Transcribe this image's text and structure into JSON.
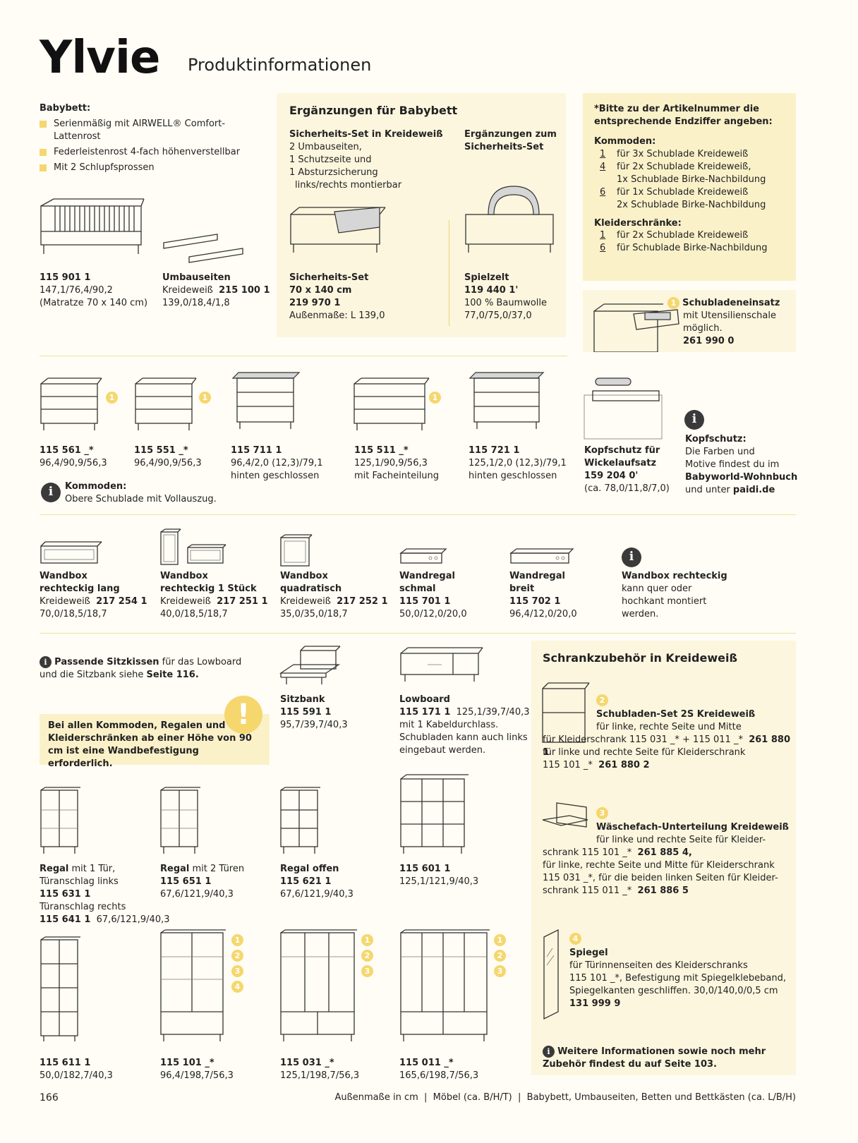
{
  "header": {
    "title": "Ylvie",
    "subtitle": "Produktinformationen"
  },
  "babybett": {
    "heading": "Babybett:",
    "bullets": [
      "Serienmäßig mit AIRWELL® Comfort-Lattenrost",
      "Federleistenrost 4-fach höhenverstellbar",
      "Mit 2 Schlupfsprossen"
    ],
    "bed": {
      "code": "115 901 1",
      "dims": "147,1/76,4/90,2",
      "note": "(Matratze 70 x 140 cm)"
    },
    "umbauseiten": {
      "name": "Umbauseiten",
      "color": "Kreideweiß",
      "code": "215 100 1",
      "dims": "139,0/18,4/1,8"
    }
  },
  "ergaenzungen": {
    "title": "Ergänzungen für Babybett",
    "left_heading": "Sicherheits-Set in Kreideweiß",
    "left_lines": [
      "2 Umbauseiten,",
      "1 Schutzseite und",
      "1 Absturzsicherung",
      "links/rechts montierbar"
    ],
    "right_heading": "Ergänzungen zum Sicherheits-Set",
    "set": {
      "name": "Sicherheits-Set",
      "size": "70 x 140 cm",
      "code": "219 970 1",
      "dims": "Außenmaße: L 139,0"
    },
    "zelt": {
      "name": "Spielzelt",
      "code": "119 440 1'",
      "material": "100 % Baumwolle",
      "dims": "77,0/75,0/37,0"
    }
  },
  "endziffer": {
    "title": "*Bitte zu der Artikelnummer die entsprechende Endziffer angeben:",
    "kommoden_heading": "Kommoden:",
    "kommoden": [
      {
        "n": "1",
        "t": "für 3x Schublade Kreideweiß",
        "t2": ""
      },
      {
        "n": "4",
        "t": "für 2x Schublade Kreideweiß,",
        "t2": "1x Schublade Birke-Nachbildung"
      },
      {
        "n": "6",
        "t": "für 1x Schublade Kreideweiß",
        "t2": "2x Schublade Birke-Nachbildung"
      }
    ],
    "schraenke_heading": "Kleiderschränke:",
    "schraenke": [
      {
        "n": "1",
        "t": "für 2x Schublade Kreideweiß"
      },
      {
        "n": "6",
        "t": "für Schublade Birke-Nachbildung"
      }
    ]
  },
  "schubladeneinsatz": {
    "badge": "1",
    "name": "Schubladeneinsatz",
    "lines": [
      "mit Utensilienschale",
      "möglich."
    ],
    "code": "261 990 0"
  },
  "kommoden": {
    "items": [
      {
        "code": "115 561 _*",
        "l1": "96,4/90,9/56,3",
        "l2": ""
      },
      {
        "code": "115 551 _*",
        "l1": "96,4/90,9/56,3",
        "l2": ""
      },
      {
        "code": "115 711 1",
        "l1": "96,4/2,0 (12,3)/79,1",
        "l2": "hinten geschlossen"
      },
      {
        "code": "115 511 _*",
        "l1": "125,1/90,9/56,3",
        "l2": "mit Facheinteilung"
      },
      {
        "code": "115 721 1",
        "l1": "125,1/2,0 (12,3)/79,1",
        "l2": "hinten geschlossen"
      }
    ],
    "badge": "1",
    "info_heading": "Kommoden:",
    "info_text": "Obere Schublade mit Vollauszug.",
    "kopfschutz": {
      "name": "Kopfschutz für Wickelaufsatz",
      "code": "159 204 0'",
      "dims": "(ca. 78,0/11,8/7,0)"
    },
    "kopfschutz_info": {
      "heading": "Kopfschutz:",
      "l1": "Die Farben und",
      "l2": "Motive findest du im",
      "l3": "Babyworld-Wohnbuch",
      "l4a": "und unter ",
      "l4b": "paidi.de"
    }
  },
  "wandbox": {
    "items": [
      {
        "n1": "Wandbox",
        "n2": "rechteckig lang",
        "color": "Kreideweiß",
        "code": "217 254 1",
        "dims": "70,0/18,5/18,7"
      },
      {
        "n1": "Wandbox",
        "n2": "rechteckig 1 Stück",
        "color": "Kreideweiß",
        "code": "217 251 1",
        "dims": "40,0/18,5/18,7"
      },
      {
        "n1": "Wandbox",
        "n2": "quadratisch",
        "color": "Kreideweiß",
        "code": "217 252 1",
        "dims": "35,0/35,0/18,7"
      },
      {
        "n1": "Wandregal",
        "n2": "schmal",
        "color": "",
        "code": "115 701 1",
        "dims": "50,0/12,0/20,0"
      },
      {
        "n1": "Wandregal",
        "n2": "breit",
        "color": "",
        "code": "115 702 1",
        "dims": "96,4/12,0/20,0"
      }
    ],
    "info": {
      "heading": "Wandbox rechteckig",
      "l1": "kann quer oder",
      "l2": "hochkant montiert",
      "l3": "werden."
    }
  },
  "sitz": {
    "info_b": "Passende Sitzkissen",
    "info_t": " für das Lowboard",
    "info_t2": "und die Sitzbank siehe ",
    "info_b2": "Seite 116.",
    "warn": "Bei allen Kommoden, Regalen und Kleiderschränken ab einer Höhe von 90 cm ist eine Wandbefestigung erforderlich.",
    "sitzbank": {
      "name": "Sitzbank",
      "code": "115 591 1",
      "dims": "95,7/39,7/40,3"
    },
    "lowboard": {
      "name": "Lowboard",
      "code": "115 171 1",
      "dims": "125,1/39,7/40,3",
      "l1": "mit 1 Kabeldurchlass.",
      "l2": "Schubladen kann auch links",
      "l3": "eingebaut werden."
    }
  },
  "regale": {
    "r1": {
      "name": "Regal",
      "tail": " mit 1 Tür,",
      "l2": "Türanschlag links",
      "code1": "115 631 1",
      "l4": "Türanschlag rechts",
      "code2": "115 641 1",
      "dims": "67,6/121,9/40,3"
    },
    "r2": {
      "name": "Regal",
      "tail": " mit 2 Türen",
      "code": "115 651 1",
      "dims": "67,6/121,9/40,3"
    },
    "r3": {
      "name": "Regal offen",
      "code": "115 621 1",
      "dims": "67,6/121,9/40,3"
    },
    "r4": {
      "code": "115 601 1",
      "dims": "125,1/121,9/40,3"
    }
  },
  "schraenke": [
    {
      "code": "115 611 1",
      "dims": "50,0/182,7/40,3",
      "badges": []
    },
    {
      "code": "115 101 _*",
      "dims": "96,4/198,7/56,3",
      "badges": [
        "1",
        "2",
        "3",
        "4"
      ]
    },
    {
      "code": "115 031 _*",
      "dims": "125,1/198,7/56,3",
      "badges": [
        "1",
        "2",
        "3"
      ]
    },
    {
      "code": "115 011 _*",
      "dims": "165,6/198,7/56,3",
      "badges": [
        "1",
        "2",
        "3"
      ]
    }
  ],
  "zubehoer": {
    "title": "Schrankzubehör in Kreideweiß",
    "a": {
      "badge": "2",
      "name": "Schubladen-Set 2S Kreideweiß",
      "l1": "für linke, rechte Seite und Mitte",
      "l2": "für Kleiderschrank 115 031 _* + 115 011 _*",
      "c2": "261 880 1",
      "l3": "für linke und rechte Seite für Kleiderschrank",
      "l4": "115 101 _*",
      "c4": "261 880 2"
    },
    "b": {
      "badge": "3",
      "name": "Wäschefach-Unterteilung Kreideweiß",
      "l1": "für linke und rechte Seite für Kleider-",
      "l2": "schrank 115 101 _*",
      "c2": "261 885 4,",
      "l3": "für linke, rechte Seite und Mitte für Kleiderschrank",
      "l4": "115 031 _*, für die beiden linken Seiten für Kleider-",
      "l5": "schrank 115 011 _*",
      "c5": "261 886 5"
    },
    "c": {
      "badge": "4",
      "name": "Spiegel",
      "l1": "für Türinnenseiten des Kleiderschranks",
      "l2": "115 101 _*, Befestigung mit Spiegelklebeband,",
      "l3": "Spiegelkanten geschliffen. 30,0/140,0/0,5 cm",
      "code": "131 999 9"
    },
    "more": "Weitere Informationen sowie noch mehr Zubehör findest du auf Seite 103."
  },
  "footer": {
    "page": "166",
    "text": "Außenmaße in cm  |  Möbel (ca. B/H/T)  |  Babybett, Umbauseiten, Betten und Bettkästen (ca. L/B/H)"
  }
}
